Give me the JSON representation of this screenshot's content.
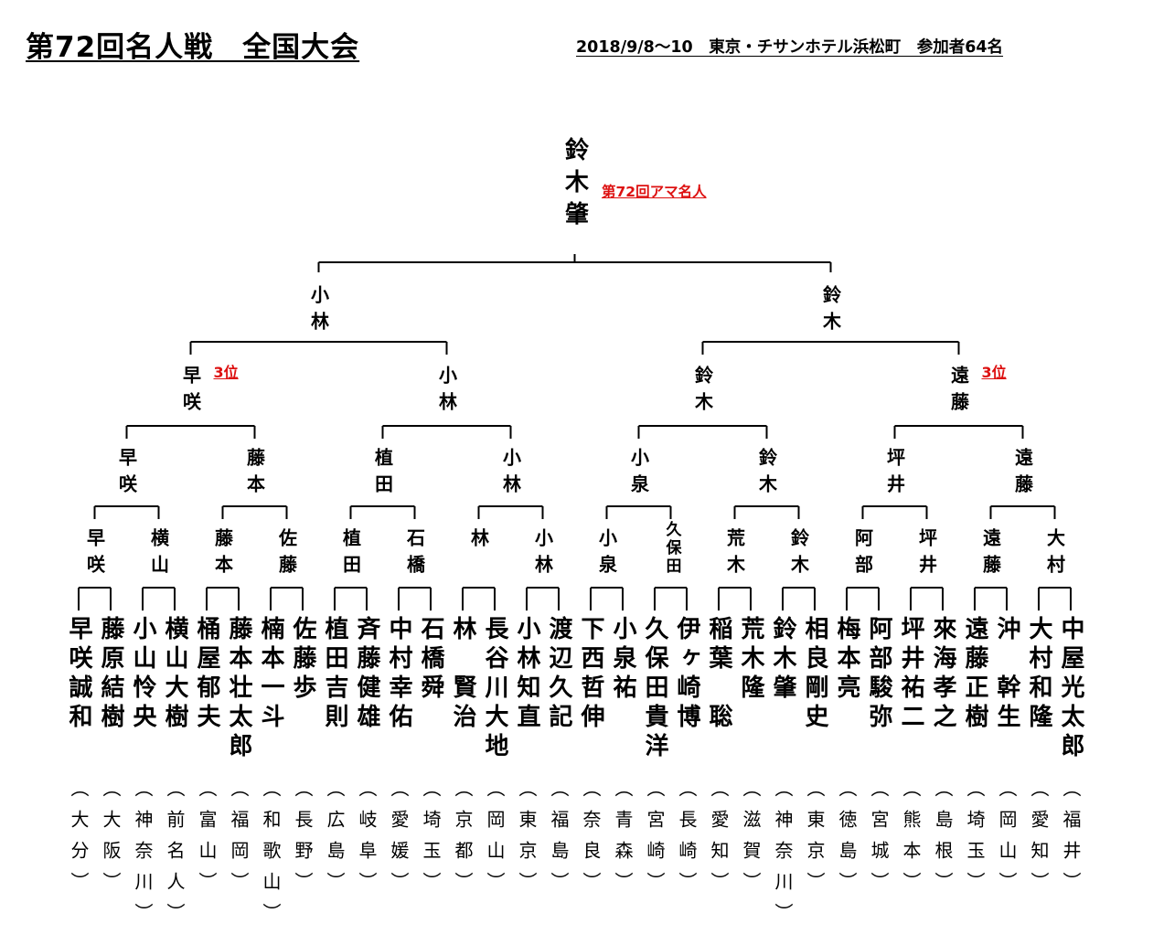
{
  "header": {
    "title": "第72回名人戦　全国大会",
    "info": "2018/9/8～10　東京・チサンホテル浜松町　参加者64名"
  },
  "colors": {
    "line": "#000000",
    "note": "#dd1111"
  },
  "final": {
    "winner": "鈴木肇",
    "note": "第72回アマ名人"
  },
  "third_place_label": "3位",
  "rounds": {
    "semi": [
      "小林",
      "鈴木"
    ],
    "quarter": [
      "早咲",
      "小林",
      "鈴木",
      "遠藤"
    ],
    "r16": [
      "早咲",
      "藤本",
      "植田",
      "小林",
      "小泉",
      "鈴木",
      "坪井",
      "遠藤"
    ],
    "r32": [
      "早咲",
      "横山",
      "藤本",
      "佐藤",
      "植田",
      "石橋",
      "林",
      "小林",
      "小泉",
      "久保田",
      "荒木",
      "鈴木",
      "阿部",
      "坪井",
      "遠藤",
      "大村"
    ]
  },
  "players": [
    {
      "name": "早咲誠和",
      "pref": "大分"
    },
    {
      "name": "藤原結樹",
      "pref": "大阪"
    },
    {
      "name": "小山怜央",
      "pref": "神奈川"
    },
    {
      "name": "横山大樹",
      "pref": "前名人"
    },
    {
      "name": "桶屋郁夫",
      "pref": "富山"
    },
    {
      "name": "藤本壮太郎",
      "pref": "福岡"
    },
    {
      "name": "楠本一斗",
      "pref": "和歌山"
    },
    {
      "name": "佐藤歩",
      "pref": "長野"
    },
    {
      "name": "植田吉則",
      "pref": "広島"
    },
    {
      "name": "斉藤健雄",
      "pref": "岐阜"
    },
    {
      "name": "中村幸佑",
      "pref": "愛媛"
    },
    {
      "name": "石橋舜",
      "pref": "埼玉"
    },
    {
      "name": "林　賢治",
      "pref": "京都"
    },
    {
      "name": "長谷川大地",
      "pref": "岡山"
    },
    {
      "name": "小林知直",
      "pref": "東京"
    },
    {
      "name": "渡辺久記",
      "pref": "福島"
    },
    {
      "name": "下西哲伸",
      "pref": "奈良"
    },
    {
      "name": "小泉祐",
      "pref": "青森"
    },
    {
      "name": "久保田貴洋",
      "pref": "宮崎"
    },
    {
      "name": "伊ヶ崎博",
      "pref": "長崎"
    },
    {
      "name": "稲葉　聡",
      "pref": "愛知"
    },
    {
      "name": "荒木隆",
      "pref": "滋賀"
    },
    {
      "name": "鈴木肇",
      "pref": "神奈川"
    },
    {
      "name": "相良剛史",
      "pref": "東京"
    },
    {
      "name": "梅本亮",
      "pref": "徳島"
    },
    {
      "name": "阿部駿弥",
      "pref": "宮城"
    },
    {
      "name": "坪井祐二",
      "pref": "熊本"
    },
    {
      "name": "來海孝之",
      "pref": "島根"
    },
    {
      "name": "遠藤正樹",
      "pref": "埼玉"
    },
    {
      "name": "沖　幹生",
      "pref": "岡山"
    },
    {
      "name": "大村和隆",
      "pref": "愛知"
    },
    {
      "name": "中屋光太郎",
      "pref": "福井"
    }
  ]
}
